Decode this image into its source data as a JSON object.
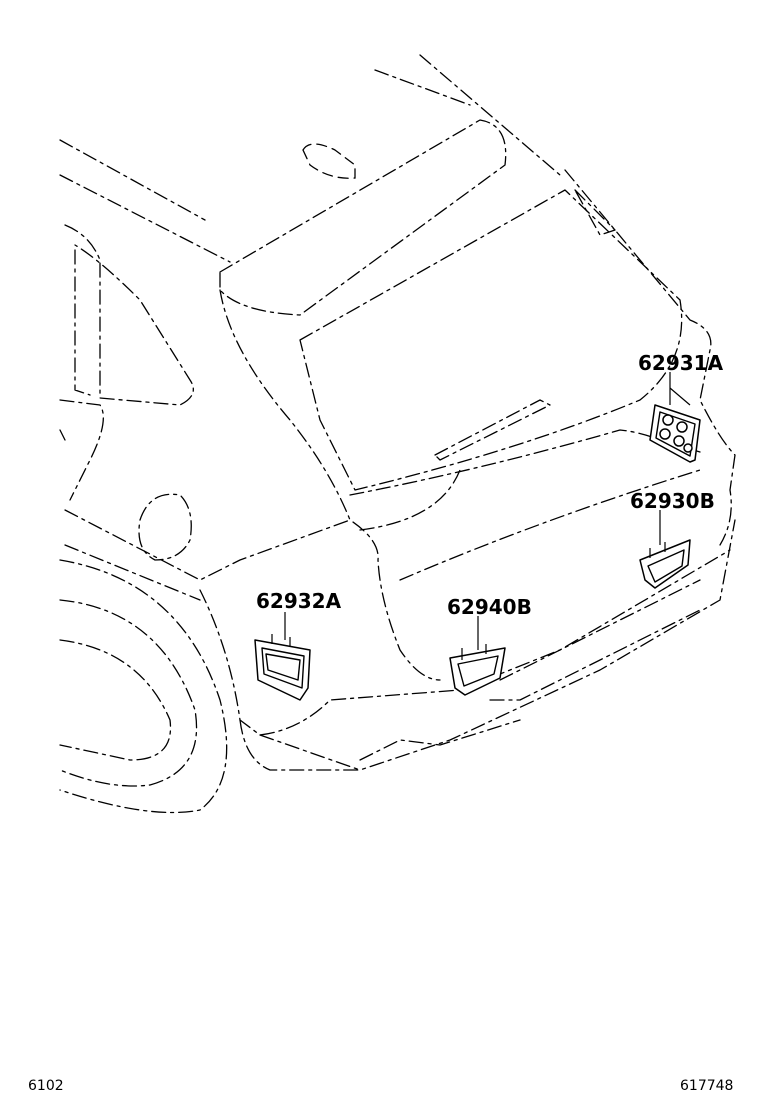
{
  "diagram": {
    "callouts": [
      {
        "id": "p1",
        "label": "62931A"
      },
      {
        "id": "p2",
        "label": "62930B"
      },
      {
        "id": "p3",
        "label": "62932A"
      },
      {
        "id": "p4",
        "label": "62940B"
      }
    ]
  },
  "footer": {
    "left_code": "6102",
    "right_code": "617748"
  }
}
